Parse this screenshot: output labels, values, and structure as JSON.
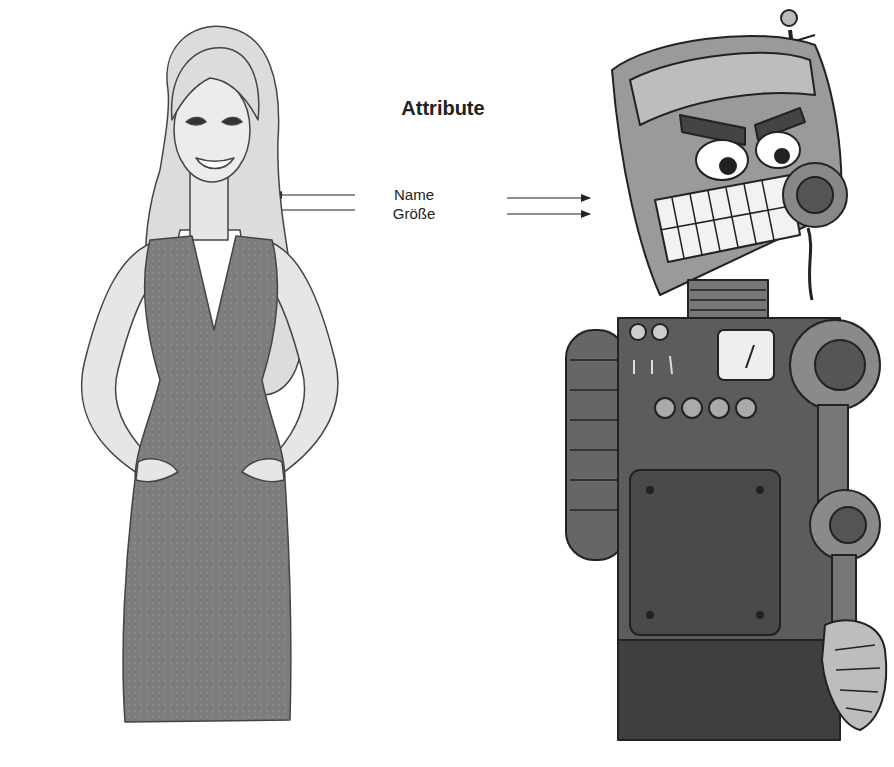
{
  "diagram": {
    "title": "Attribute",
    "labels": [
      "Name",
      "Größe"
    ]
  }
}
